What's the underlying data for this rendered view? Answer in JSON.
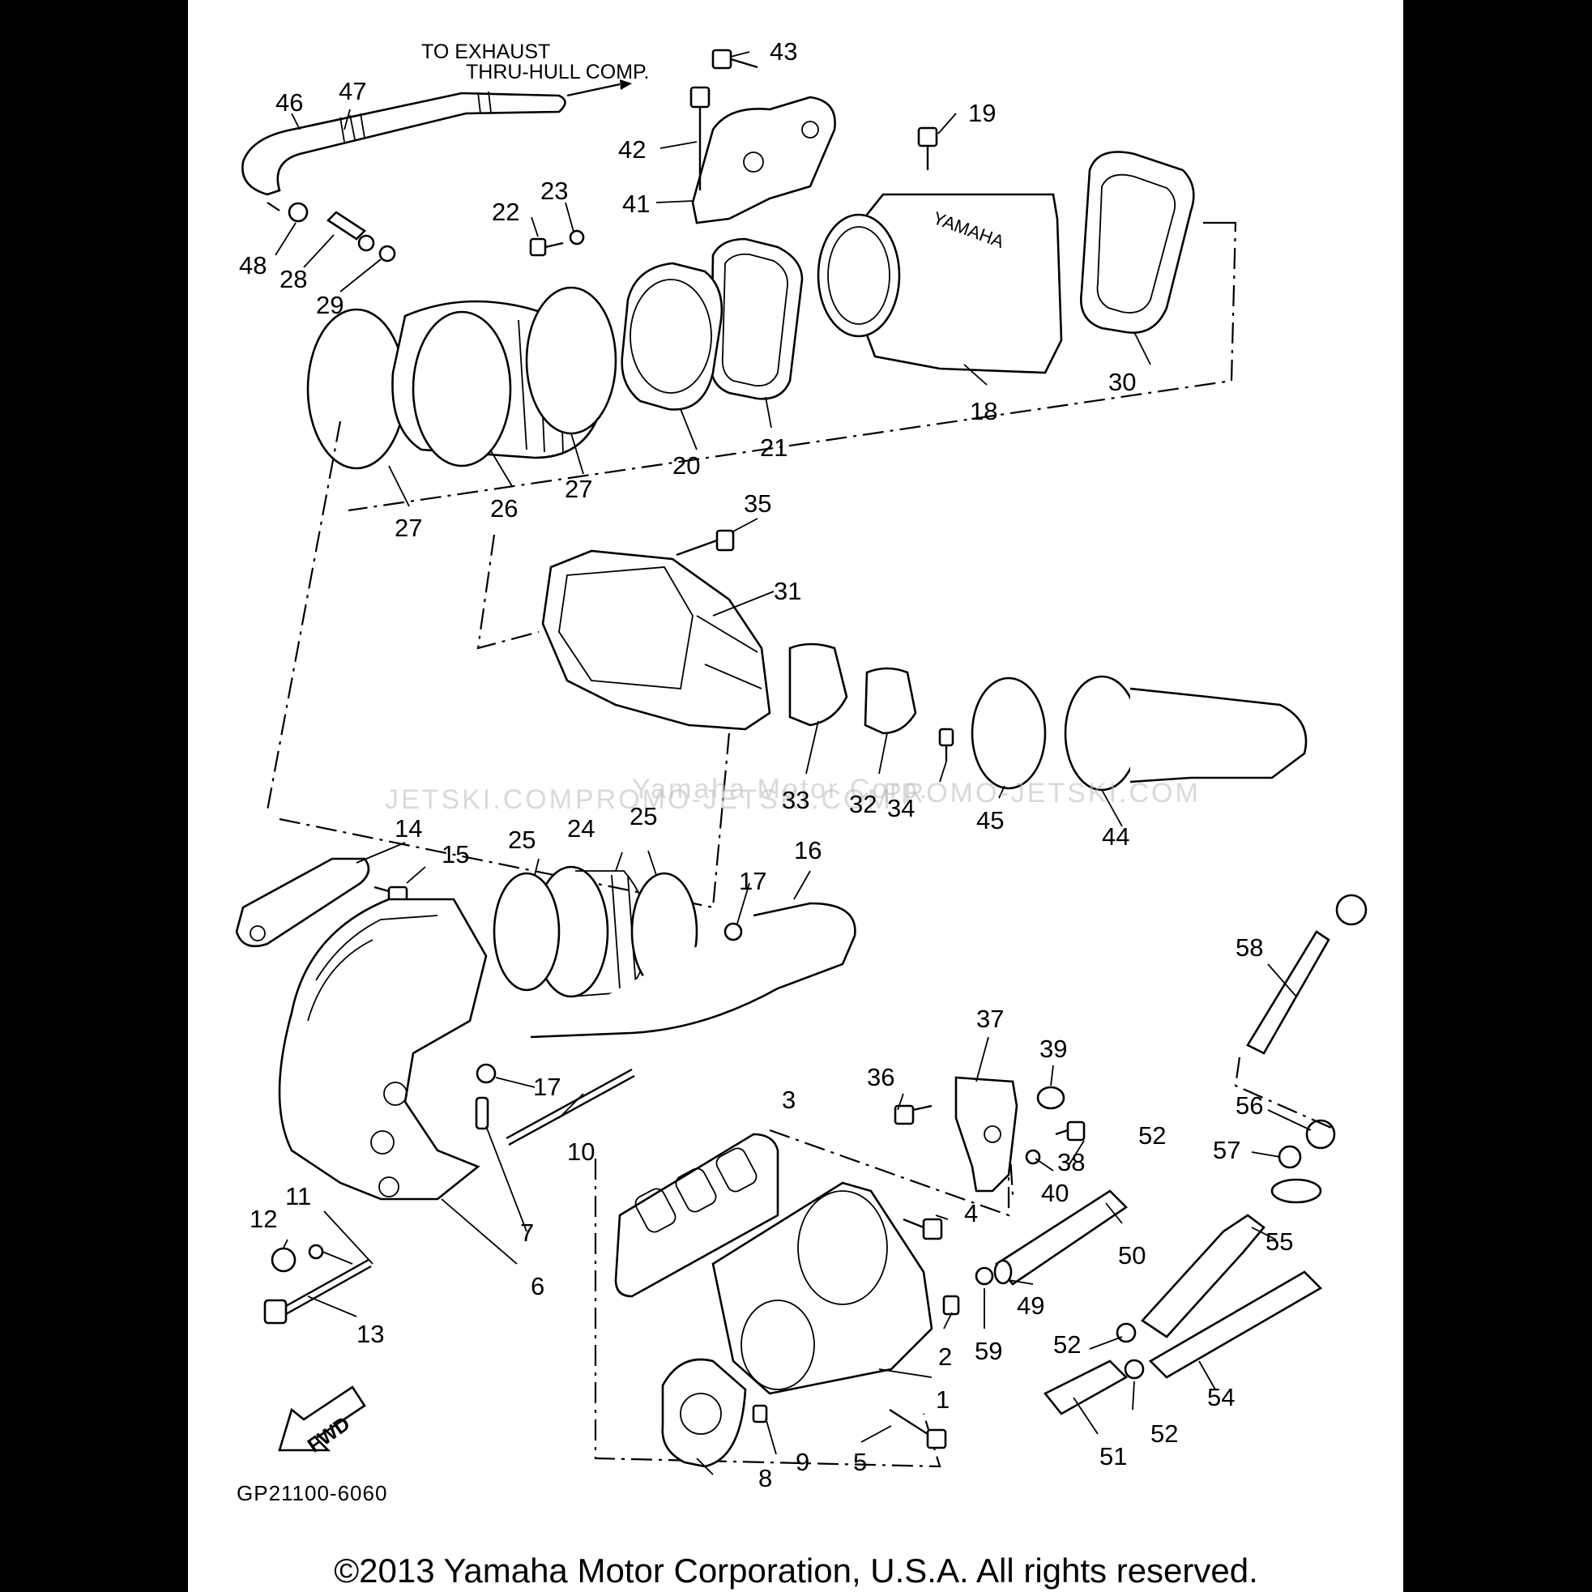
{
  "diagram": {
    "note_line1": "TO EXHAUST",
    "note_line2": "THRU-HULL COMP.",
    "fwd_label": "FWD",
    "drawing_code": "GP21100-6060",
    "watermarks": [
      "JETSKI.COM",
      "PROMO-JETSKI.COM",
      "Yamaha Motor Corp.",
      "PROMO-JETSKI.COM"
    ],
    "copyright": "©2013 Yamaha Motor Corporation, U.S.A. All rights reserved.",
    "callouts": {
      "c1": "1",
      "c2": "2",
      "c3": "3",
      "c4": "4",
      "c5": "5",
      "c6": "6",
      "c7": "7",
      "c8": "8",
      "c9": "9",
      "c10": "10",
      "c11": "11",
      "c12": "12",
      "c13": "13",
      "c14": "14",
      "c15": "15",
      "c16": "16",
      "c17": "17",
      "c18": "18",
      "c19": "19",
      "c20": "20",
      "c21": "21",
      "c22": "22",
      "c23": "23",
      "c24": "24",
      "c25": "25",
      "c26": "26",
      "c27": "27",
      "c28": "28",
      "c29": "29",
      "c30": "30",
      "c31": "31",
      "c32": "32",
      "c33": "33",
      "c34": "34",
      "c35": "35",
      "c36": "36",
      "c37": "37",
      "c38": "38",
      "c39": "39",
      "c40": "40",
      "c41": "41",
      "c42": "42",
      "c43": "43",
      "c44": "44",
      "c45": "45",
      "c46": "46",
      "c47": "47",
      "c48": "48",
      "c49": "49",
      "c50": "50",
      "c51": "51",
      "c52": "52",
      "c54": "54",
      "c55": "55",
      "c56": "56",
      "c57": "57",
      "c58": "58",
      "c59": "59"
    }
  }
}
